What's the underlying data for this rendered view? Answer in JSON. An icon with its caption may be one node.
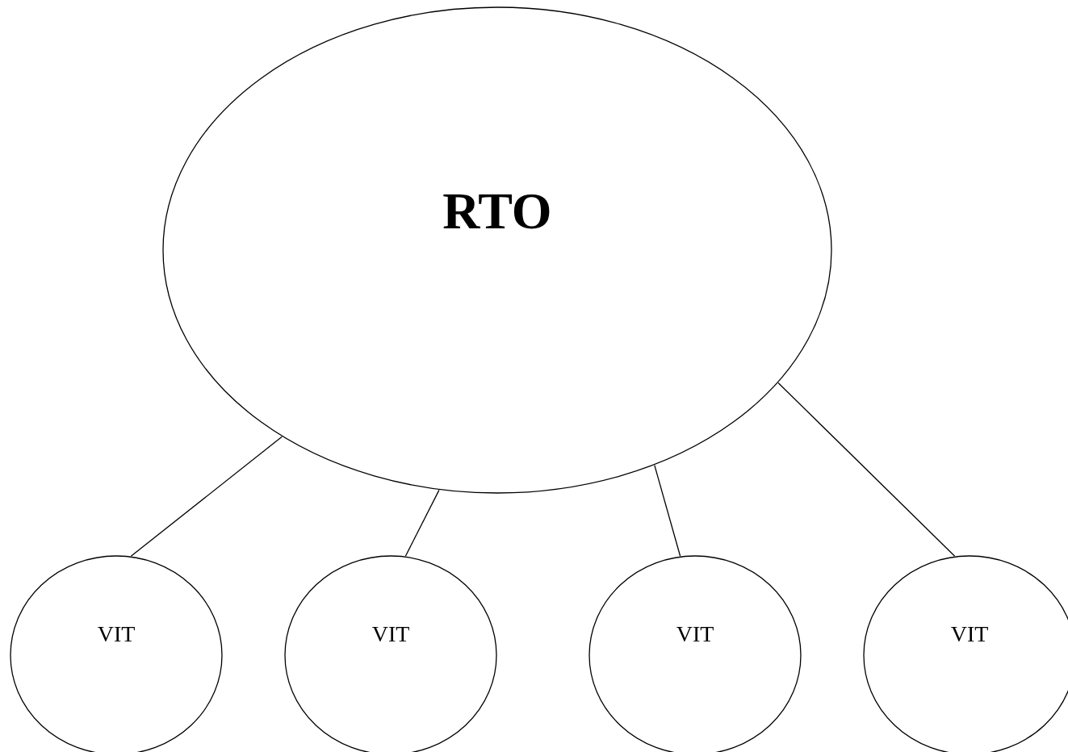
{
  "diagram": {
    "nodes": [
      {
        "text": [
          "RTO"
        ]
      },
      {
        "text": [
          "VIT"
        ]
      },
      {
        "text": [
          "VIT"
        ]
      },
      {
        "text": [
          "VIT"
        ]
      },
      {
        "text": [
          "VIT"
        ]
      }
    ],
    "edges": [
      {
        "from": 0,
        "to": 1,
        "arrow": "none"
      },
      {
        "from": 0,
        "to": 2,
        "arrow": "none"
      },
      {
        "from": 0,
        "to": 3,
        "arrow": "none"
      },
      {
        "from": 0,
        "to": 4,
        "arrow": "none"
      }
    ]
  }
}
